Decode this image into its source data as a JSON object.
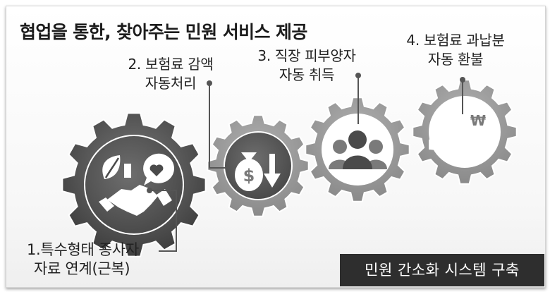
{
  "title": "협업을 통한, 찾아주는 민원 서비스 제공",
  "steps": [
    {
      "line1": "1.특수형태 종사자",
      "line2": "자료 연계(근복)",
      "icon": "handshake-icon"
    },
    {
      "line1": "2. 보험료 감액",
      "line2": "자동처리",
      "icon": "money-bag-icon"
    },
    {
      "line1": "3. 직장 피부양자",
      "line2": "자동 취득",
      "icon": "people-icon"
    },
    {
      "line1": "4. 보험료 과납분",
      "line2": "자동 환불",
      "icon": "won-refund-icon"
    }
  ],
  "footer": "민원 간소화 시스템 구축",
  "won_symbol": "₩",
  "dollar_symbol": "$",
  "colors": {
    "gear_large": "#4a4a4a",
    "gear_small": "#909090",
    "gear_inner": "#5e5e5e",
    "footer_bg": "#2e2e2e",
    "connector": "#555555"
  }
}
